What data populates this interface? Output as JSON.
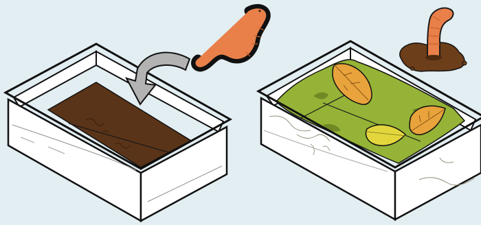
{
  "colors": {
    "background": "#e3eef2",
    "outline": "#111111",
    "tub_wall": "#ffffff",
    "soil": "#5a3418",
    "soil_dark": "#3f220e",
    "worm": "#e9804a",
    "worm_shadow": "#c8622f",
    "moss": "#95b336",
    "moss_dark": "#6f8a25",
    "leaf_orange": "#e8a33c",
    "leaf_yellow": "#e3d63d",
    "arrow_gray": "#b3b3b3",
    "dirt_mound": "#6d3e1a"
  },
  "scene": {
    "panels": [
      {
        "name": "tub-with-soil",
        "fill": "soil"
      },
      {
        "name": "tub-with-moss-and-leaves",
        "fill": "moss"
      }
    ],
    "icons": [
      "curved-arrow-icon",
      "earthworm-icon",
      "worm-in-soil-icon",
      "leaf-icon"
    ]
  }
}
